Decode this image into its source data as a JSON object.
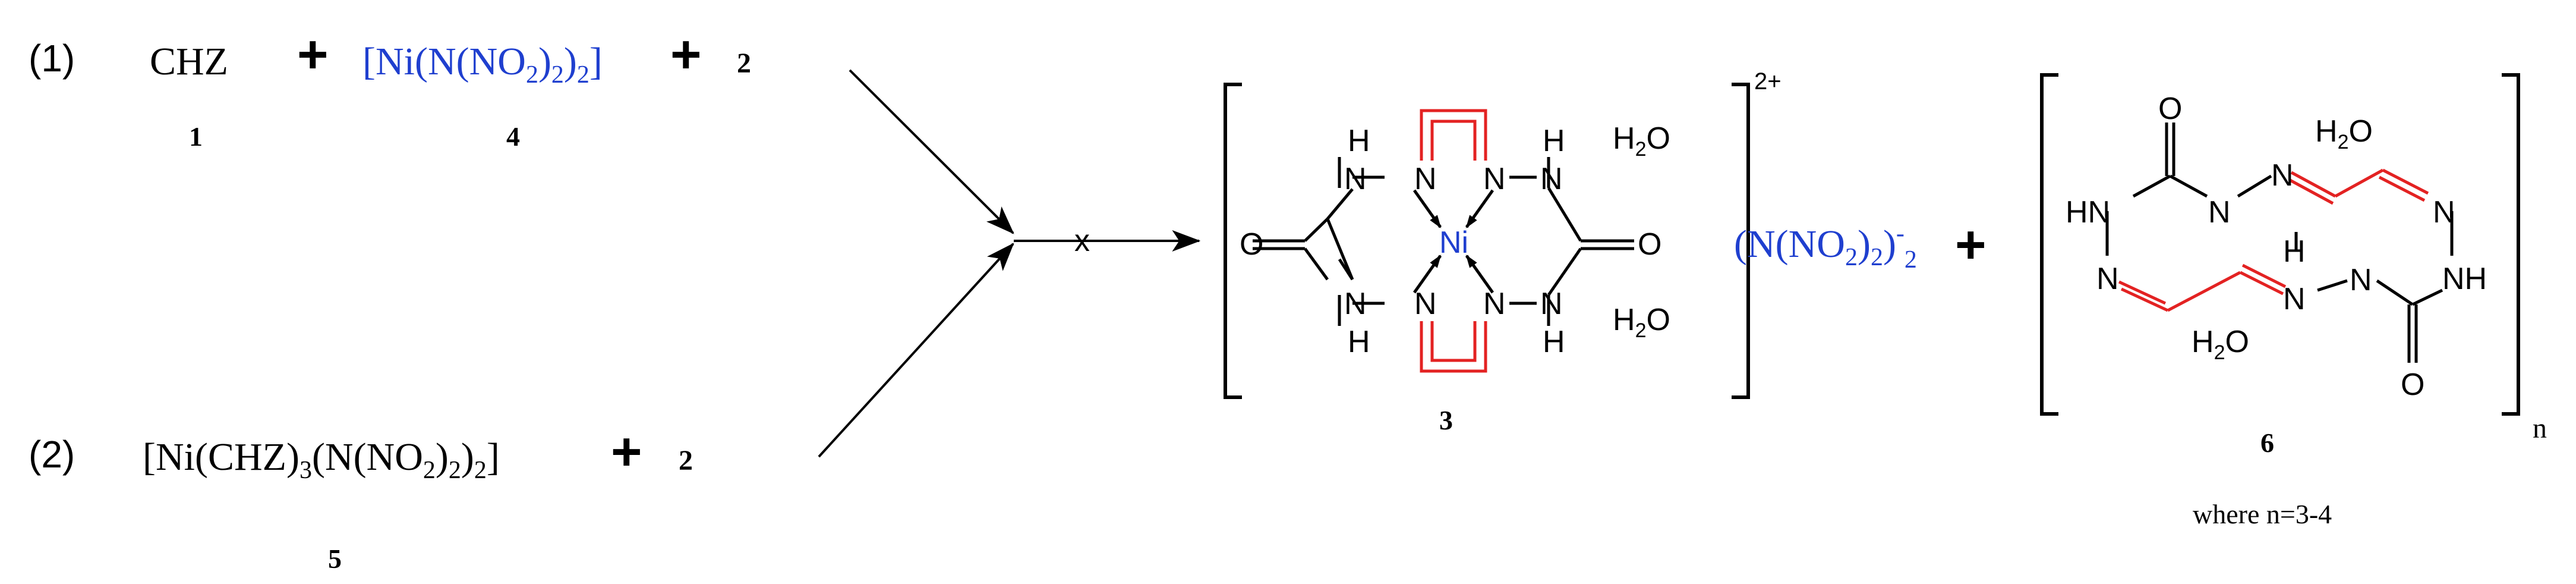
{
  "colors": {
    "ink": "#000000",
    "blue": "#1f3fcf",
    "red": "#e32222"
  },
  "reactions": {
    "r1": {
      "number": "(1)",
      "reactant_a": "CHZ",
      "reactant_a_label": "1",
      "plus1": "+",
      "reactant_b": "[Ni(N(NO",
      "reactant_b_sub1": "2",
      "reactant_b_mid": ")",
      "reactant_b_sub2": "2",
      "reactant_b_mid2": ")",
      "reactant_b_sub3": "2",
      "reactant_b_end": "]",
      "reactant_b_label": "4",
      "plus2": "+",
      "coefficient": "2"
    },
    "r2": {
      "number": "(2)",
      "reactant_a": "[Ni(CHZ)",
      "sub1": "3",
      "mid1": "(N(NO",
      "sub2": "2",
      "mid2": ")",
      "sub3": "2",
      "mid3": ")",
      "sub4": "2",
      "end": "]",
      "label": "5",
      "plus": "+",
      "coefficient": "2"
    }
  },
  "arrow": {
    "mark": "x"
  },
  "complex3": {
    "label": "3",
    "charge": "2+",
    "water_top": "H",
    "water_top_sub": "2",
    "water_top_end": "O",
    "water_bottom": "H",
    "water_bottom_sub": "2",
    "water_bottom_end": "O",
    "metal": "Ni",
    "atoms": {
      "H": "H",
      "N": "N",
      "O": "O"
    }
  },
  "counterion": {
    "text": "(N(NO",
    "sub1": "2",
    "mid": ")",
    "sub2": "2",
    "end": ")",
    "sup": "-",
    "sub3": "2"
  },
  "plus_product": "+",
  "polymer6": {
    "label": "6",
    "subscript": "n",
    "note": "where n=3-4",
    "water_top": "H",
    "water_top_sub": "2",
    "water_top_end": "O",
    "water_bottom": "H",
    "water_bottom_sub": "2",
    "water_bottom_end": "O",
    "atoms": {
      "O": "O",
      "N": "N",
      "HN": "HN",
      "NH": "NH",
      "H": "H"
    }
  }
}
